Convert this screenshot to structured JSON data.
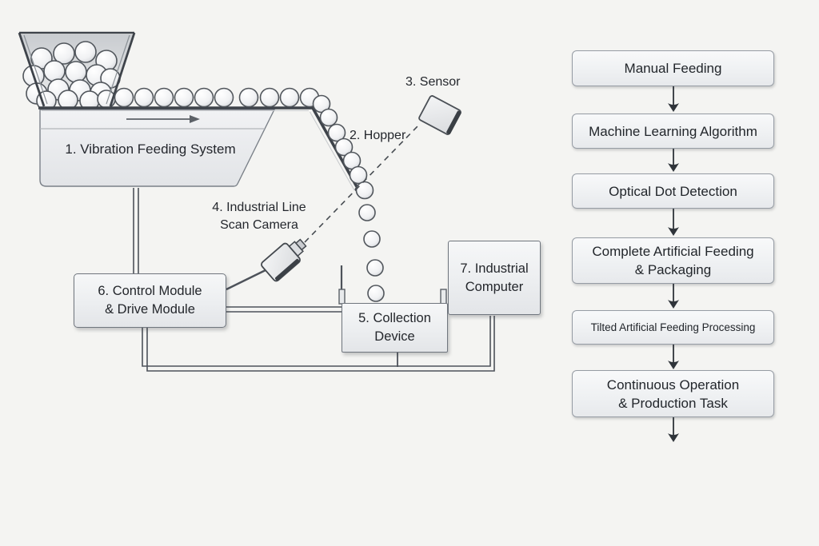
{
  "diagram": {
    "labels": {
      "vibration": "1. Vibration Feeding System",
      "hopper": "2. Hopper",
      "sensor": "3. Sensor",
      "camera": "4. Industrial Line\nScan Camera",
      "collection": "5. Collection\nDevice",
      "control": "6. Control Module\n& Drive Module",
      "computer": "7. Industrial\nComputer"
    },
    "icons": {
      "conveyor_direction": "arrow-right-icon",
      "flow_step": "arrow-down-icon"
    }
  },
  "flowchart": {
    "steps": [
      {
        "label": "Manual Feeding"
      },
      {
        "label": "Machine Learning Algorithm"
      },
      {
        "label": "Optical Dot Detection"
      },
      {
        "label": "Complete Artificial Feeding\n& Packaging"
      },
      {
        "label": "Tilted Artificial Feeding Processing"
      },
      {
        "label": "Continuous Operation\n& Production Task"
      }
    ]
  },
  "colors": {
    "background": "#f4f4f2",
    "line_dark": "#3e434a",
    "line_medium": "#4d525a",
    "box_border": "#70767e",
    "flow_box_border": "#969ca4",
    "box_fill_top": "#f7f8f9",
    "box_fill_bottom": "#e4e6e9",
    "text": "#23262b",
    "arrow": "#2f343a"
  }
}
